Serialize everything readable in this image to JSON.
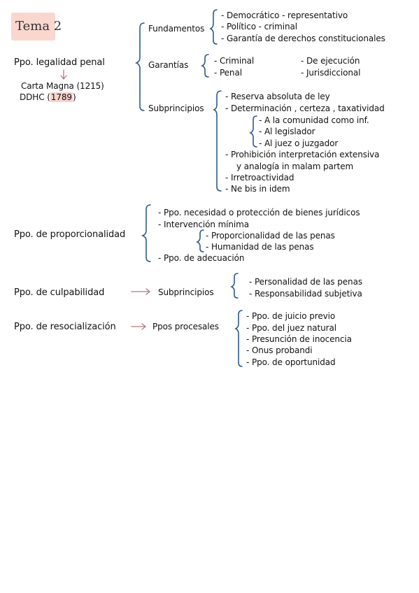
{
  "title": "Tema 2",
  "legalidad": {
    "label": "Ppo. legalidad penal",
    "carta": "Carta Magna",
    "carta_year": "(1215)",
    "ddhc": "DDHC",
    "ddhc_year_open": "(",
    "ddhc_year": "1789",
    "ddhc_year_close": ")",
    "fundamentos": {
      "label": "Fundamentos",
      "items": [
        "- Democrático - representativo",
        "- Político - criminal",
        "- Garantía de derechos constitucionales"
      ]
    },
    "garantias": {
      "label": "Garantías",
      "col1": [
        "- Criminal",
        "- Penal"
      ],
      "col2": [
        "- De ejecución",
        "- Jurisdiccional"
      ]
    },
    "subprincipios": {
      "label": "Subprincipios",
      "items": [
        "- Reserva absoluta de ley",
        "- Determinación , certeza , taxatividad"
      ],
      "sub": [
        "- A la comunidad como inf.",
        "- Al legislador",
        "- Al juez o juzgador"
      ],
      "items2": [
        "- Prohibición interpretación extensiva",
        "y analogía in malam partem",
        "- Irretroactividad",
        "- Ne bis in idem"
      ]
    }
  },
  "proporcionalidad": {
    "label": "Ppo. de proporcionalidad",
    "items": [
      "- Ppo. necesidad o protección de bienes jurídicos",
      "- Intervención mínima"
    ],
    "sub": [
      "- Proporcionalidad de las penas",
      "- Humanidad de las penas"
    ],
    "items2": [
      "- Ppo. de adecuación"
    ]
  },
  "culpabilidad": {
    "label": "Ppo. de culpabilidad",
    "middle": "Subprincipios",
    "items": [
      "- Personalidad de las penas",
      "- Responsabilidad subjetiva"
    ]
  },
  "resocializacion": {
    "label": "Ppo. de resocialización",
    "middle": "Ppos procesales",
    "items": [
      "- Ppo. de juicio previo",
      "- Ppo. del juez natural",
      "- Presunción de inocencia",
      "- Onus probandi",
      "- Ppo. de oportunidad"
    ]
  },
  "colors": {
    "highlight": "#f9d7cf",
    "arrow": "#b07a80",
    "bracket": "#2d5a8c",
    "ink": "#111111"
  }
}
